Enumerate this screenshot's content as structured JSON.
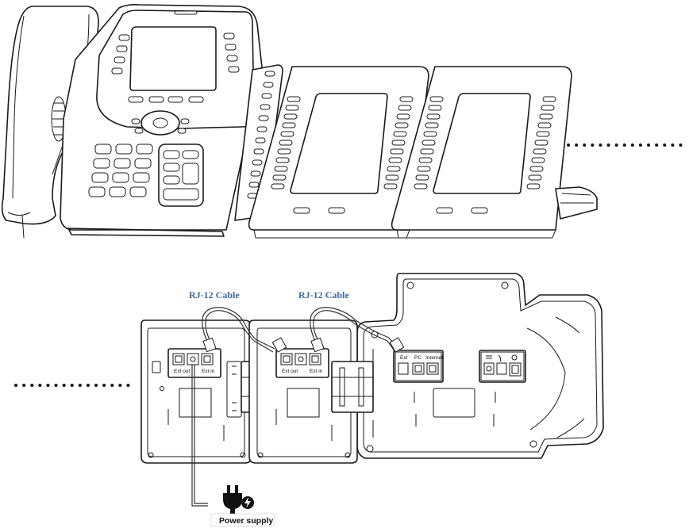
{
  "labels": {
    "rj12_cable_1": "RJ-12 Cable",
    "rj12_cable_2": "RJ-12 Cable",
    "power_supply": "Power supply",
    "ext_out_1": "Ext out",
    "ext_in_1": "Ext in",
    "ext_out_2": "Ext out",
    "ext_in_2": "Ext in",
    "phone_ext": "Ext",
    "phone_pc": "PC",
    "phone_internet": "Internet"
  },
  "icons": {
    "power_plug": "power-plug-icon"
  },
  "colors": {
    "cable_label": "#3d6b99",
    "line_art": "#1a1a1a"
  }
}
